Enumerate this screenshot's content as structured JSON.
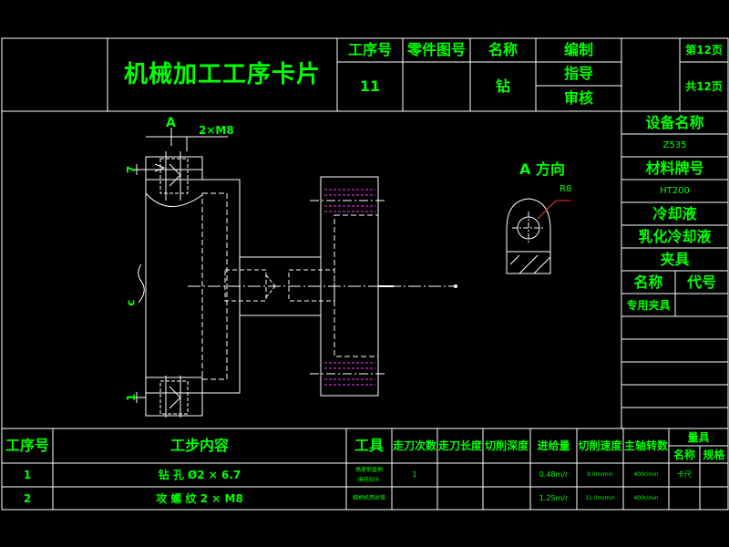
{
  "header": {
    "card_title": "机械加工工序卡片",
    "process_no_label": "工序号",
    "part_drawing_no_label": "零件图号",
    "name_label": "名称",
    "compiled_label": "编制",
    "guide_label": "指导",
    "review_label": "审核",
    "page_current": "第12页",
    "page_total": "共12页",
    "process_no_value": "11",
    "name_value": "钻"
  },
  "side": {
    "equipment_label": "设备名称",
    "equipment_value": "Z535",
    "material_label": "材料牌号",
    "material_value": "HT200",
    "coolant_label": "冷却液",
    "coolant_value": "乳化冷却液",
    "fixture_label": "夹具",
    "fixture_name_label": "名称",
    "fixture_code_label": "代号",
    "fixture_name_value": "专用夹具"
  },
  "drawing": {
    "section_label": "A",
    "thread_label": "2×M8",
    "view_label": "A 方向",
    "radius_label": "R8",
    "dim_top": "7",
    "dim_mid": "c",
    "dim_bottom": "1"
  },
  "table": {
    "headers": {
      "step_no": "工序号",
      "step_content": "工步内容",
      "tool": "工具",
      "pass_count": "走刀次数",
      "pass_length": "走刀长度",
      "cut_depth": "切削深度",
      "feed": "进给量",
      "cut_speed": "切削速度",
      "spindle_speed": "主轴转数",
      "gauge": "量具",
      "gauge_name": "名称",
      "gauge_spec": "规格"
    },
    "rows": [
      {
        "step_no": "1",
        "content": "钻 孔 Ø2 × 6.7",
        "tool_line1": "高速钢直柄",
        "tool_line2": "麻花钻头",
        "pass_count": "1",
        "pass_length": "",
        "cut_depth": "",
        "feed": "0.48m/r",
        "cut_speed": "9.0m/min",
        "spindle_speed": "400r/min",
        "gauge_name": "卡尺",
        "gauge_spec": ""
      },
      {
        "step_no": "2",
        "content": "攻 螺 纹 2 × M8",
        "tool_line1": "细柄机用丝锥",
        "tool_line2": "",
        "pass_count": "",
        "pass_length": "",
        "cut_depth": "",
        "feed": "1.25m/r",
        "cut_speed": "11.0m/min",
        "spindle_speed": "400r/min",
        "gauge_name": "",
        "gauge_spec": ""
      }
    ]
  },
  "colors": {
    "background": "#000000",
    "frame": "#ffffff",
    "text": "#00ff00",
    "hidden_line": "#ff33ff",
    "dimension": "#ff3333"
  }
}
